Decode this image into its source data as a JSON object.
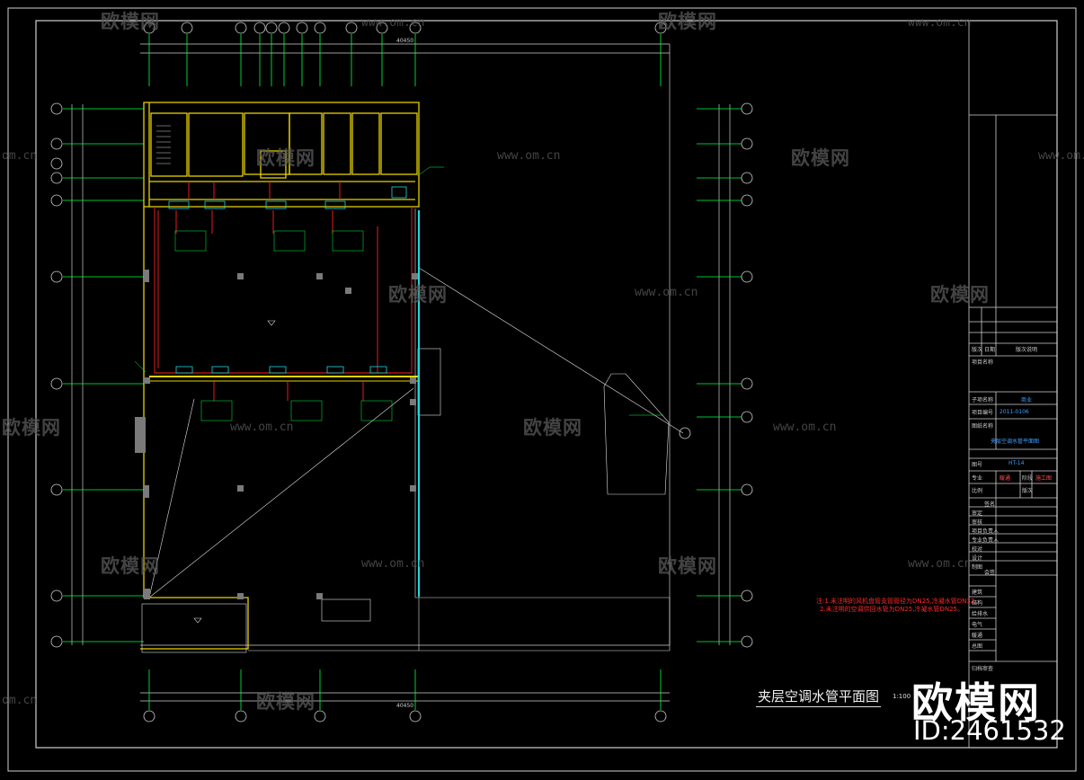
{
  "watermark": {
    "brand": "欧模网",
    "url": "www.om.cn",
    "url_partial": "om.cn"
  },
  "drawing": {
    "title": "夹层空调水管平面图",
    "scale": "1:100",
    "overall_dimension": "40450",
    "notes": [
      "注:1.未注明的风机盘管支管管径为DN25,冷凝水管DN32。",
      "2.未注明的空调供回水管为DN25,冷凝水管DN25。"
    ],
    "colors": {
      "wall": "#e6d200",
      "axis": "#00ff40",
      "pipe": "#ff2020",
      "riser": "#20d8e0",
      "dim": "#cfcfcf"
    }
  },
  "title_block": {
    "labels": [
      "版次",
      "日期",
      "版次说明",
      "项目名称",
      "子项名称",
      "项目编号",
      "图纸名称",
      "图号",
      "专业",
      "阶段",
      "比例",
      "版次",
      "签名",
      "审定",
      "审核",
      "项目负责人",
      "专业负责人",
      "校对",
      "设计",
      "制图",
      "会签",
      "建筑",
      "结构",
      "给排水",
      "电气",
      "暖通",
      "总图",
      "归档审查"
    ],
    "project_number": "2011-0106",
    "drawing_name": "夹层空调水管平面图",
    "drawing_number": "HT-14",
    "discipline": "暖通",
    "stage": "施工图",
    "sub_item": "商业"
  },
  "brand_mark": {
    "name": "欧模网",
    "id": "ID:2461532"
  }
}
